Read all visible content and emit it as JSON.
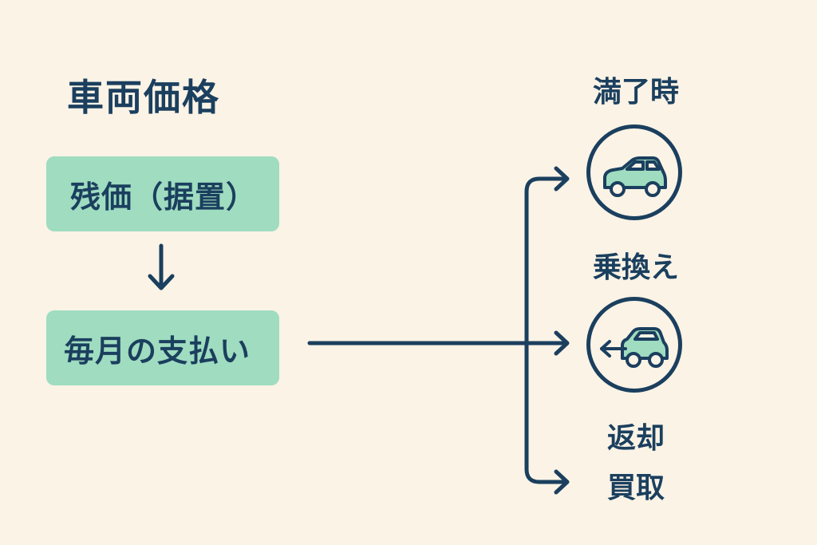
{
  "title": "車両価格",
  "residual_box": {
    "label": "残価（据置）"
  },
  "monthly_box": {
    "label": "毎月の支払い"
  },
  "maturity_label": "満了時",
  "options": [
    {
      "label": "乗換え",
      "icon": "car-icon"
    },
    {
      "label": "返却",
      "icon": "car-return-icon"
    },
    {
      "label": "買取"
    }
  ],
  "colors": {
    "background": "#faf3e6",
    "box_fill": "#9fdcc0",
    "ink": "#1b3f5e",
    "car_fill": "#9fdcc0"
  }
}
